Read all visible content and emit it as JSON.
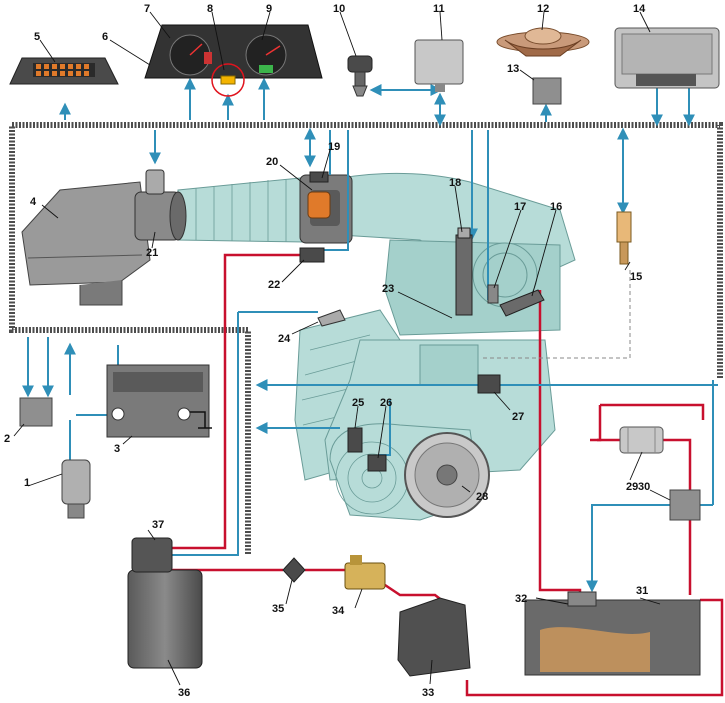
{
  "colors": {
    "bus": "#4d4d4d",
    "signal": "#2f8fb8",
    "fuel": "#c8102e",
    "engine": "#b7dcd8",
    "component": "#8f8f8f"
  },
  "labels": [
    "1",
    "2",
    "3",
    "4",
    "5",
    "6",
    "7",
    "8",
    "9",
    "10",
    "11",
    "12",
    "13",
    "14",
    "15",
    "16",
    "17",
    "18",
    "19",
    "20",
    "21",
    "22",
    "23",
    "24",
    "25",
    "26",
    "27",
    "28",
    "29",
    "30",
    "31",
    "32",
    "33",
    "34",
    "35",
    "36",
    "37"
  ]
}
